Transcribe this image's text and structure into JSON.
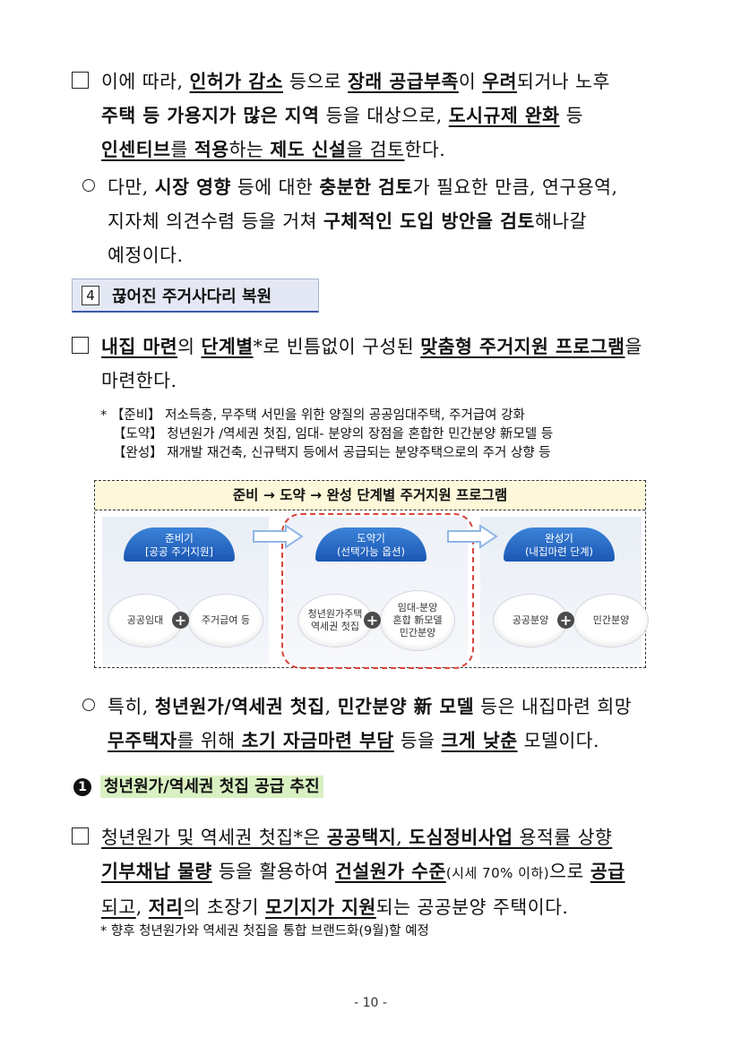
{
  "para1": {
    "line1": [
      "이에 따라, ",
      "인허가 감소",
      " 등으로 ",
      "장래 공급부족",
      "이 ",
      "우려",
      "되거나 노후"
    ],
    "line2": [
      "주택 등 가용지가 많은 지역",
      " 등을 대상으로, ",
      "도시규제 완화",
      " 등"
    ],
    "line3": [
      "인센티브",
      "를 ",
      "적용",
      "하는 ",
      "제도 신설",
      "을 검토",
      "한다."
    ]
  },
  "para2": {
    "line1": [
      "다만, ",
      "시장 영향",
      " 등에 대한 ",
      "충분한 검토",
      "가 필요한 만큼, 연구용역,"
    ],
    "line2": [
      "지자체 의견수렴 등을 거쳐 ",
      "구체적인 도입 방안을 검토",
      "해나갈"
    ],
    "line3": "예정이다."
  },
  "section4": {
    "num": "4",
    "title": "끊어진 주거사다리 복원"
  },
  "para3": {
    "line1": [
      "내집 마련",
      "의 ",
      "단계별",
      "*로 빈틈없이 구성된 ",
      "맞춤형 주거지원 프로그램",
      "을"
    ],
    "line2": "마련한다."
  },
  "notes1": [
    "* 【준비】 저소득층, 무주택 서민을 위한 양질의 공공임대주택, 주거급여 강화",
    "【도약】 청년원가 /역세권 첫집, 임대- 분양의 장점을 혼합한 민간분양 新모델 등",
    "【완성】 재개발 재건축, 신규택지 등에서 공급되는 분양주택으로의 주거 상향 등"
  ],
  "diagram": {
    "title": "준비 → 도약 → 완성 단계별 주거지원 프로그램",
    "stages": [
      {
        "name": "준비기",
        "sub": "[공공 주거지원]",
        "left": "공공임대",
        "right": "주거급여 등"
      },
      {
        "name": "도약기",
        "sub": "(선택가능 옵션)",
        "left": "청년원가주택\n역세권 첫집",
        "right": "임대-분양\n혼합 新모델\n민간분양"
      },
      {
        "name": "완성기",
        "sub": "(내집마련 단계)",
        "left": "공공분양",
        "right": "민간분양"
      }
    ],
    "colors": {
      "dome": "#1b57b4",
      "highlight_border": "#d9443a",
      "header_bg": "#fdf8d9"
    }
  },
  "para4": {
    "line1": [
      "특히, ",
      "청년원가/역세권 첫집",
      ", ",
      "민간분양 新 모델",
      " 등은 내집마련 희망"
    ],
    "line2": [
      "무주택자",
      "를 위해 ",
      "초기 자금마련 부담",
      " 등을 ",
      "크게 낮춘",
      " 모델이다."
    ]
  },
  "sub1": {
    "num": "1",
    "title": "청년원가/역세권 첫집 공급 추진"
  },
  "para5": {
    "line1": [
      "청년원가 및 역세권 첫집",
      "*은 ",
      "공공택지",
      ", ",
      "도심정비사업",
      " 용적률 상향"
    ],
    "line2": [
      "기부채납 물량",
      " 등을 활용하여 ",
      "건설원가 수준",
      "(시세 70% 이하)",
      "으로 ",
      "공급"
    ],
    "line3": [
      "되고",
      ", ",
      "저리",
      "의 초장기 ",
      "모기지가 지원",
      "되는 공공분양 주택이다."
    ]
  },
  "note2": "* 향후 청년원가와 역세권 첫집을 통합 브랜드화(9월)할 예정",
  "page_number": "- 10 -"
}
